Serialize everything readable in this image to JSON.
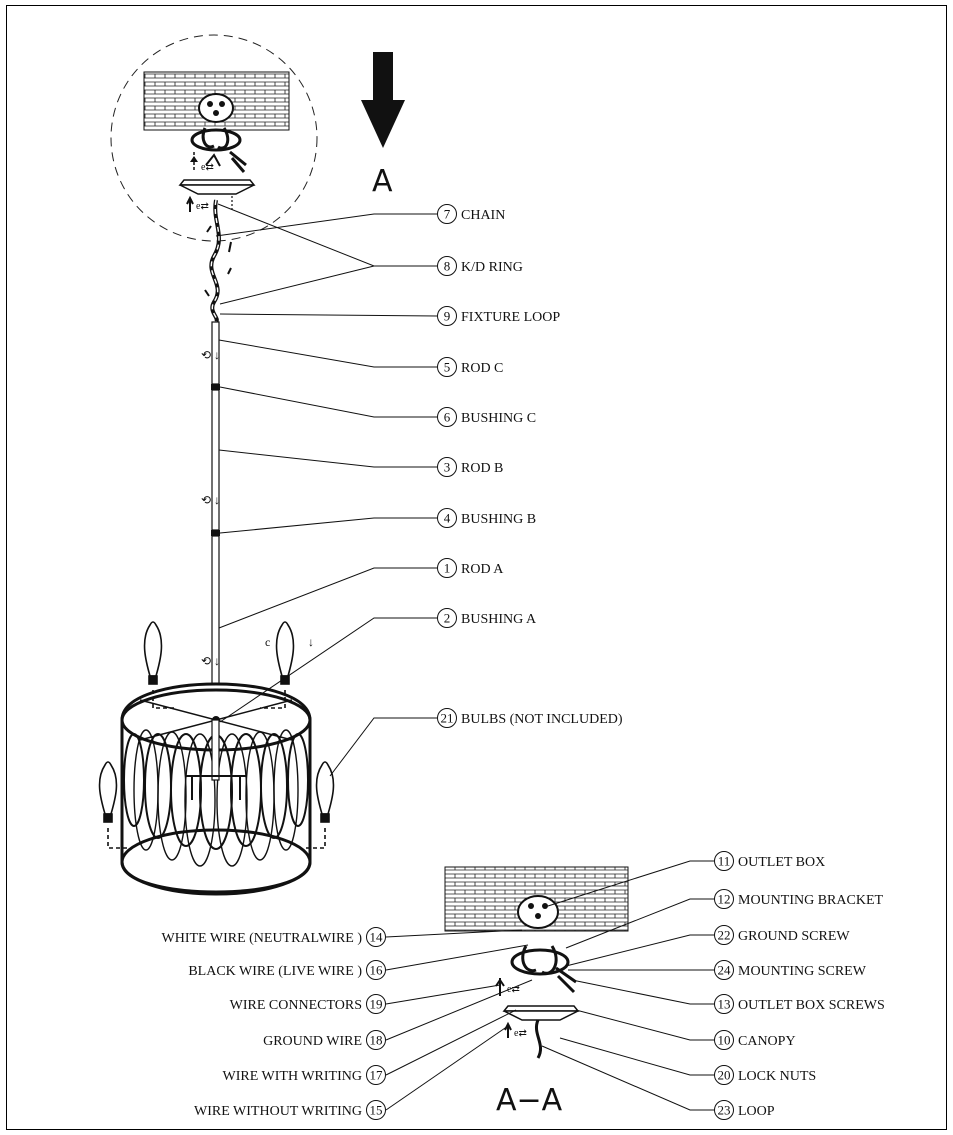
{
  "view_marker": "A",
  "section_marker": "A−A",
  "right_labels": [
    {
      "num": "7",
      "text": "CHAIN"
    },
    {
      "num": "8",
      "text": "K/D RING"
    },
    {
      "num": "9",
      "text": "FIXTURE LOOP"
    },
    {
      "num": "5",
      "text": "ROD C"
    },
    {
      "num": "6",
      "text": "BUSHING C"
    },
    {
      "num": "3",
      "text": "ROD B"
    },
    {
      "num": "4",
      "text": "BUSHING B"
    },
    {
      "num": "1",
      "text": "ROD A"
    },
    {
      "num": "2",
      "text": "BUSHING A"
    },
    {
      "num": "21",
      "text": "BULBS (NOT INCLUDED)"
    }
  ],
  "section_right_labels": [
    {
      "num": "11",
      "text": "OUTLET BOX"
    },
    {
      "num": "12",
      "text": "MOUNTING BRACKET"
    },
    {
      "num": "22",
      "text": "GROUND SCREW"
    },
    {
      "num": "24",
      "text": "MOUNTING SCREW"
    },
    {
      "num": "13",
      "text": "OUTLET BOX SCREWS"
    },
    {
      "num": "10",
      "text": "CANOPY"
    },
    {
      "num": "20",
      "text": "LOCK NUTS"
    },
    {
      "num": "23",
      "text": "LOOP"
    }
  ],
  "section_left_labels": [
    {
      "num": "14",
      "text": "WHITE WIRE (NEUTRALWIRE )"
    },
    {
      "num": "16",
      "text": "BLACK WIRE (LIVE WIRE )"
    },
    {
      "num": "19",
      "text": "WIRE CONNECTORS"
    },
    {
      "num": "18",
      "text": "GROUND WIRE"
    },
    {
      "num": "17",
      "text": "WIRE WITH WRITING"
    },
    {
      "num": "15",
      "text": "WIRE WITHOUT WRITING"
    }
  ]
}
